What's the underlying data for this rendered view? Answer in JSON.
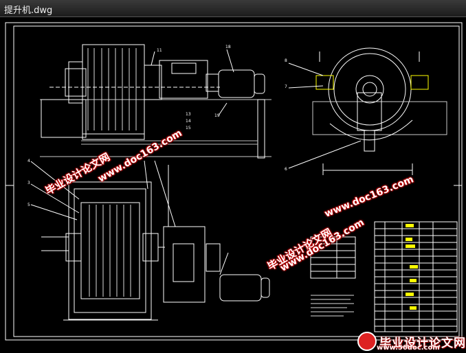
{
  "window": {
    "title": "提升机.dwg"
  },
  "watermarks": {
    "top_cn": "毕业设计论文网",
    "top_url": "www.doc163.com",
    "mid_cn": "毕业设计论文网",
    "mid_url": "www.doc163.com",
    "right_url": "www.doc163.com",
    "footer_cn": "毕业设计论文网",
    "footer_url": "www.56doc.com"
  },
  "callouts": {
    "c18": "18",
    "c19": "19",
    "c13": "13",
    "c14": "14",
    "c15": "15",
    "c11": "11",
    "c8": "8",
    "c7": "7",
    "c6": "6",
    "c4": "4",
    "c3": "3",
    "c5": "5"
  },
  "colors": {
    "line": "#ffffff",
    "accent": "#ffff00",
    "bg": "#000000",
    "watermark": "#cc0000"
  }
}
